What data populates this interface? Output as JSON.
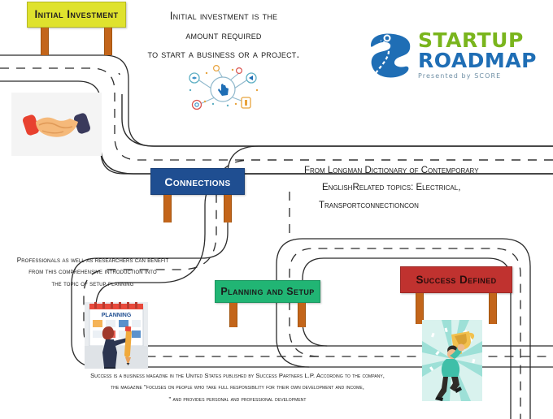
{
  "page": {
    "title": "Startup Roadmap Infographic",
    "background": "#ffffff"
  },
  "logo": {
    "mark_name": "startup-roadmap-mark",
    "line1": "STARTUP",
    "line2": "ROADMAP",
    "tagline": "Presented by SCORE",
    "color_startup": "#7ab51d",
    "color_roadmap": "#1f6eb5",
    "color_tagline": "#6f8fa5",
    "color_mark": "#1f6eb5"
  },
  "signs": [
    {
      "id": "initial-investment",
      "label": "Initial Investment",
      "board_color": "#dfe22e",
      "text_color": "#231f20",
      "post_color": "#c3651a"
    },
    {
      "id": "connections",
      "label": "Connections",
      "board_color": "#1f4e91",
      "text_color": "#ffffff",
      "post_color": "#c3651a"
    },
    {
      "id": "planning-and-setup",
      "label": "Planning and Setup",
      "board_color": "#21b574",
      "text_color": "#1b1b1b",
      "post_color": "#c3651a"
    },
    {
      "id": "success-defined",
      "label": "Success Defined",
      "board_color": "#c0322f",
      "text_color": "#2a0d0c",
      "post_color": "#c3651a"
    }
  ],
  "texts": {
    "investment_desc": {
      "line1": "Initial investment is the",
      "line2": "amount required",
      "line3": "to start a business or a project."
    },
    "connections_desc": {
      "line1": "From Longman Dictionary of Contemporary",
      "line2": "EnglishRelated topics: Electrical,",
      "line3": "Transportconnectioncon"
    },
    "planning_desc": {
      "line1": "Professionals as well as researchers can benefit",
      "line2": "from this comprehensive introduction into",
      "line3": "the topic of setup planning"
    },
    "success_desc": {
      "line1": "Success is a business magazine in the United States published by Success Partners L.P. According to the company,",
      "line2": "the magazine \"focuses on people who take full responsibility for their own development and income,",
      "line3": "\" and provides personal and professional development"
    }
  },
  "illustrations": [
    {
      "id": "handshake",
      "name": "handshake-illustration",
      "background": "#f4f4f4"
    },
    {
      "id": "network",
      "name": "network-connection-icon",
      "background": "#ffffff"
    },
    {
      "id": "planning",
      "name": "planning-calendar-illustration",
      "label": "PLANNING",
      "background": "#e9ecef"
    },
    {
      "id": "success",
      "name": "trophy-celebration-illustration",
      "background": "#d9f2ee"
    }
  ],
  "road": {
    "edge_color": "#2b2b2b",
    "center_line_color": "#2b2b2b",
    "style": "serpentine",
    "center_line_dash": "dashed"
  }
}
